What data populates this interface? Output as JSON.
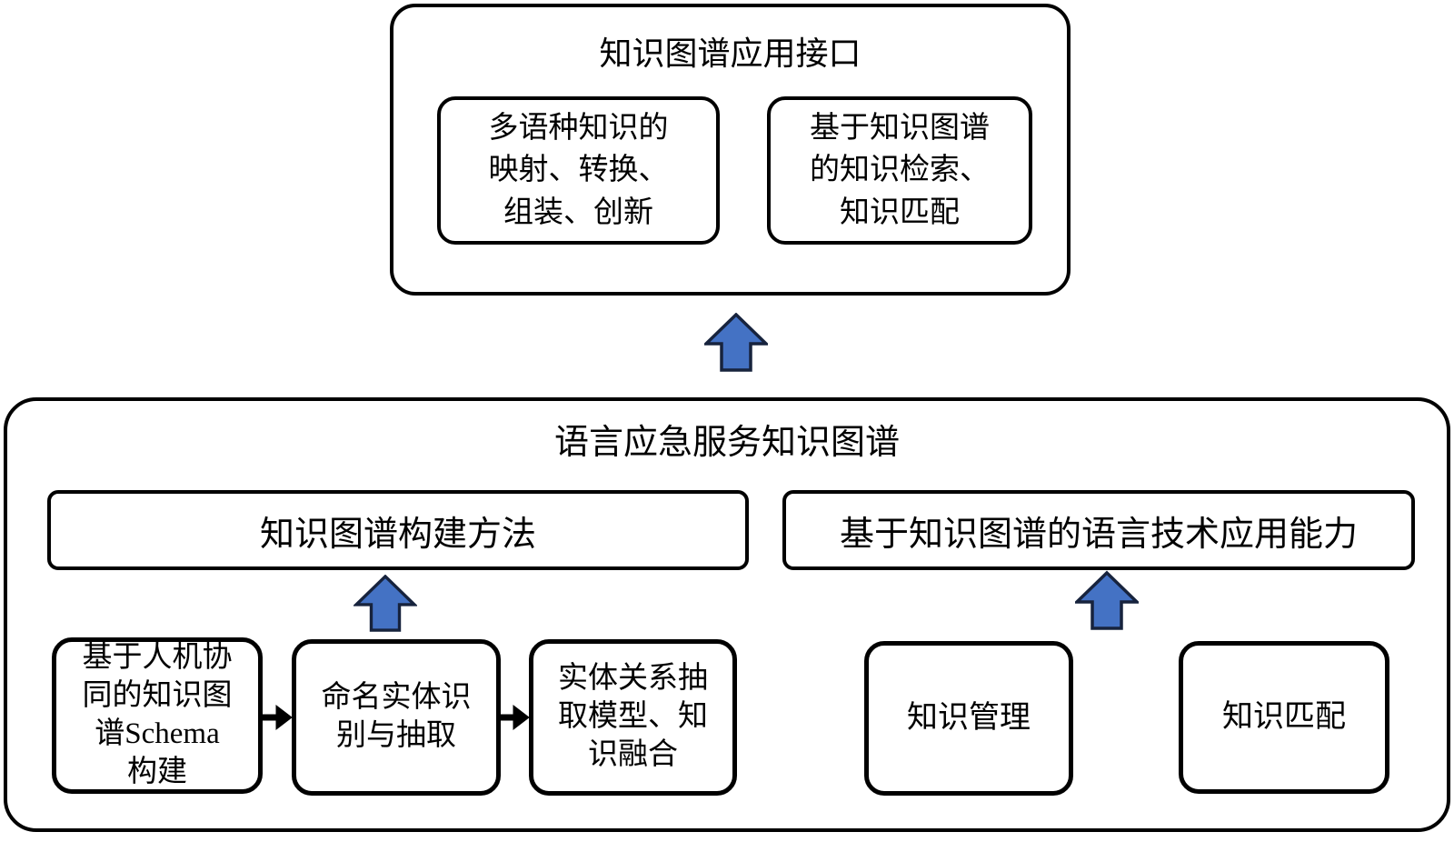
{
  "colors": {
    "arrow_fill": "#4472C4",
    "arrow_stroke": "#17233D",
    "line": "#000000",
    "background": "#FFFFFF"
  },
  "interface_box": {
    "title": "知识图谱应用接口",
    "multilingual_box": {
      "lines": [
        "多语种知识的",
        "映射、转换、",
        "组装、创新"
      ]
    },
    "retrieval_box": {
      "lines": [
        "基于知识图谱",
        "的知识检索、",
        "知识匹配"
      ]
    }
  },
  "kg_box": {
    "title": "语言应急服务知识图谱",
    "construction": {
      "header": "知识图谱构建方法",
      "steps": [
        {
          "lines": [
            "基于人机协",
            "同的知识图",
            "谱Schema",
            "构建"
          ]
        },
        {
          "lines": [
            "命名实体识",
            "别与抽取"
          ]
        },
        {
          "lines": [
            "实体关系抽",
            "取模型、知",
            "识融合"
          ]
        }
      ]
    },
    "application": {
      "header": "基于知识图谱的语言技术应用能力",
      "items": [
        "知识管理",
        "知识匹配"
      ]
    }
  }
}
